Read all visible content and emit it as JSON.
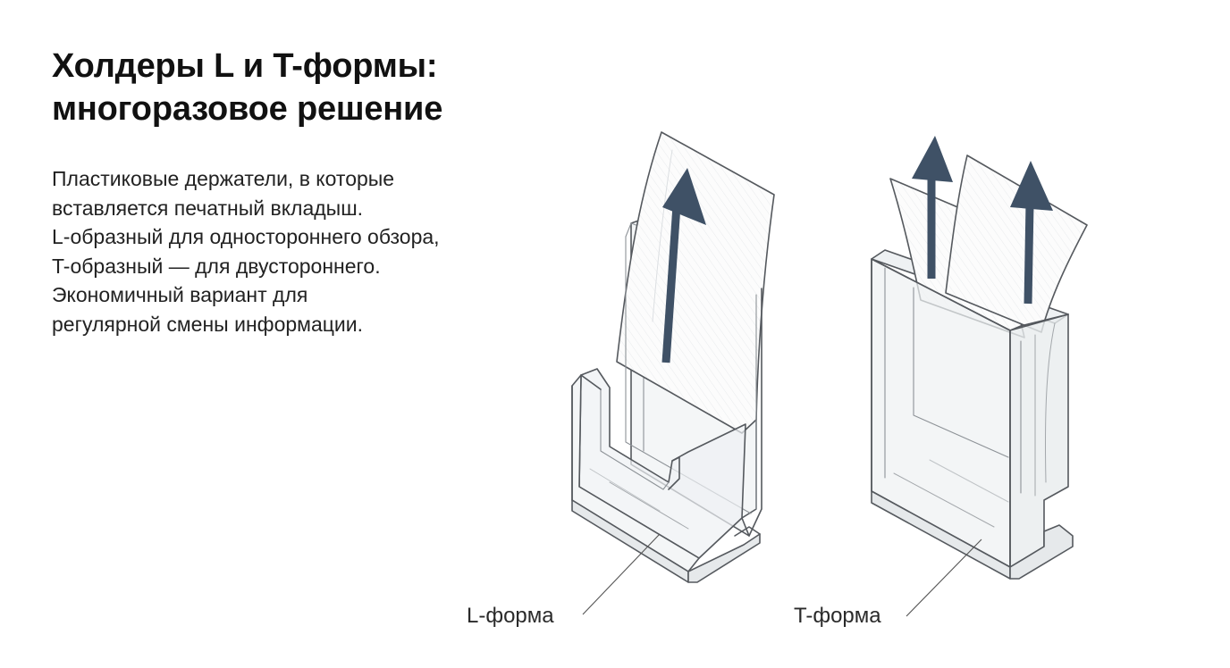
{
  "heading": {
    "line1": "Холдеры L и T-формы:",
    "line2": "многоразовое решение"
  },
  "description": {
    "lines": [
      "Пластиковые держатели, в которые",
      "вставляется печатный вкладыш.",
      "L-образный для одностороннего обзора,",
      "T-образный — для двустороннего.",
      "Экономичный вариант для",
      "регулярной смены информации."
    ]
  },
  "holders": {
    "l_form": {
      "label": "L-форма"
    },
    "t_form": {
      "label": "T-форма"
    }
  },
  "colors": {
    "arrow": "#3f5166",
    "outline": "#55595e",
    "plastic": "#eef1f3",
    "paper": "#fbfbfb"
  }
}
